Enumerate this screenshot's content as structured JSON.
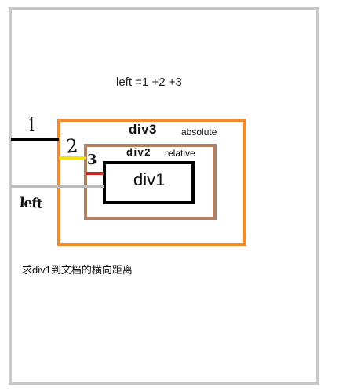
{
  "formula": "left =1 +2 +3",
  "boxes": {
    "div3": {
      "label": "div3",
      "position": "absolute",
      "color": "#f08a2e"
    },
    "div2": {
      "label": "div2",
      "position": "relative",
      "color": "#b08060"
    },
    "div1": {
      "label": "div1",
      "color": "#000000"
    }
  },
  "markers": {
    "m1": {
      "label": "1",
      "color": "#000000"
    },
    "m2": {
      "label": "2",
      "color": "#f2e10f"
    },
    "m3": {
      "label": "3",
      "color": "#e01e1e"
    },
    "left": {
      "label": "left",
      "color": "#bbbbbb"
    }
  },
  "question": "求div1到文档的横向距离"
}
